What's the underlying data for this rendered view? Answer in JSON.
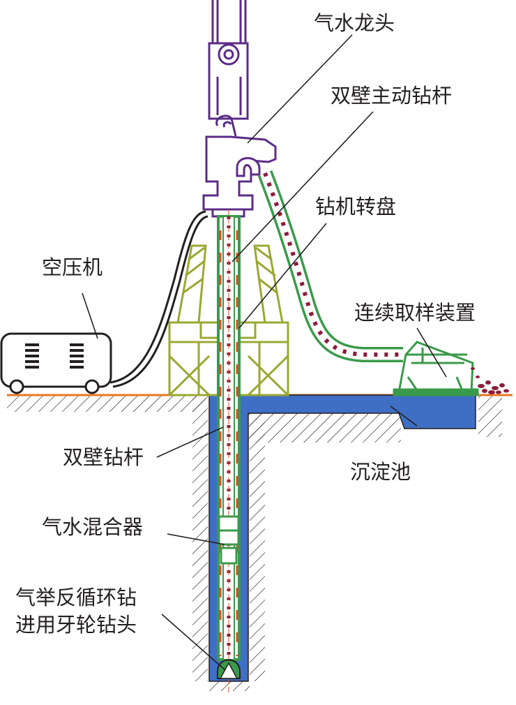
{
  "labels": {
    "swivel": "气水龙头",
    "kelly": "双壁主动钻杆",
    "turntable": "钻机转盘",
    "compressor": "空压机",
    "sampler": "连续取样装置",
    "double_wall_pipe": "双壁钻杆",
    "settling_pond": "沉淀池",
    "mixer": "气水混合器",
    "bit_line1": "气举反循环钻",
    "bit_line2": "进用牙轮钻头"
  },
  "colors": {
    "structure": "#5b2c86",
    "derrick": "#9aa832",
    "pipe": "#3a9a4a",
    "cuttings": "#8b1c3c",
    "water": "#3f6fc4",
    "ground": "#e87722",
    "hatch": "#231f20",
    "airline": "#231f20"
  }
}
